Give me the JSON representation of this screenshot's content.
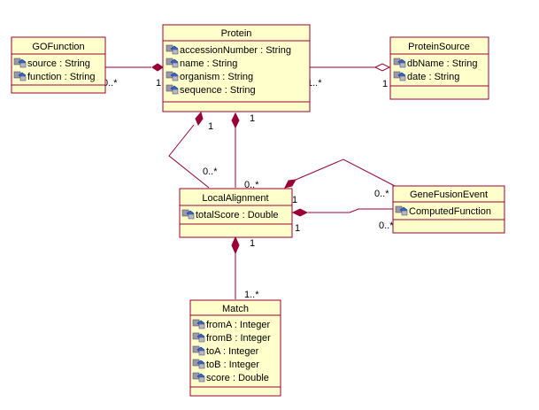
{
  "classes": {
    "protein": {
      "name": "Protein",
      "attributes": [
        "accessionNumber : String",
        "name : String",
        "organism : String",
        "sequence : String"
      ]
    },
    "gofunction": {
      "name": "GOFunction",
      "attributes": [
        "source : String",
        "function : String"
      ]
    },
    "proteinsource": {
      "name": "ProteinSource",
      "attributes": [
        "dbName : String",
        "date : String"
      ]
    },
    "localalignment": {
      "name": "LocalAlignment",
      "attributes": [
        "totalScore : Double"
      ]
    },
    "genefusionevent": {
      "name": "GeneFusionEvent",
      "attributes": [
        "ComputedFunction"
      ]
    },
    "match": {
      "name": "Match",
      "attributes": [
        "fromA : Integer",
        "fromB : Integer",
        "toA : Integer",
        "toB : Integer",
        "score : Double"
      ]
    }
  },
  "multiplicities": {
    "go_protein_go_end": "0..*",
    "go_protein_protein_end": "1",
    "protein_source_protein_end": "1..*",
    "protein_source_source_end": "1",
    "protein_alignment_left_protein_end": "1",
    "protein_alignment_left_alignment_end": "0..*",
    "protein_alignment_right_protein_end": "1",
    "protein_alignment_right_alignment_end": "0..*",
    "fusion_top_alignment_end": "1",
    "fusion_top_fusion_end": "0..*",
    "fusion_bottom_alignment_end": "1",
    "fusion_bottom_fusion_end": "0..*",
    "alignment_match_alignment_end": "1",
    "alignment_match_match_end": "1..*"
  },
  "icons": {
    "attribute": "attribute-icon"
  },
  "colors": {
    "class_fill": "#ffffcc",
    "class_border": "#990033",
    "association": "#990033",
    "attribute_icon_blue": "#3366cc",
    "attribute_icon_grey": "#9999aa"
  }
}
